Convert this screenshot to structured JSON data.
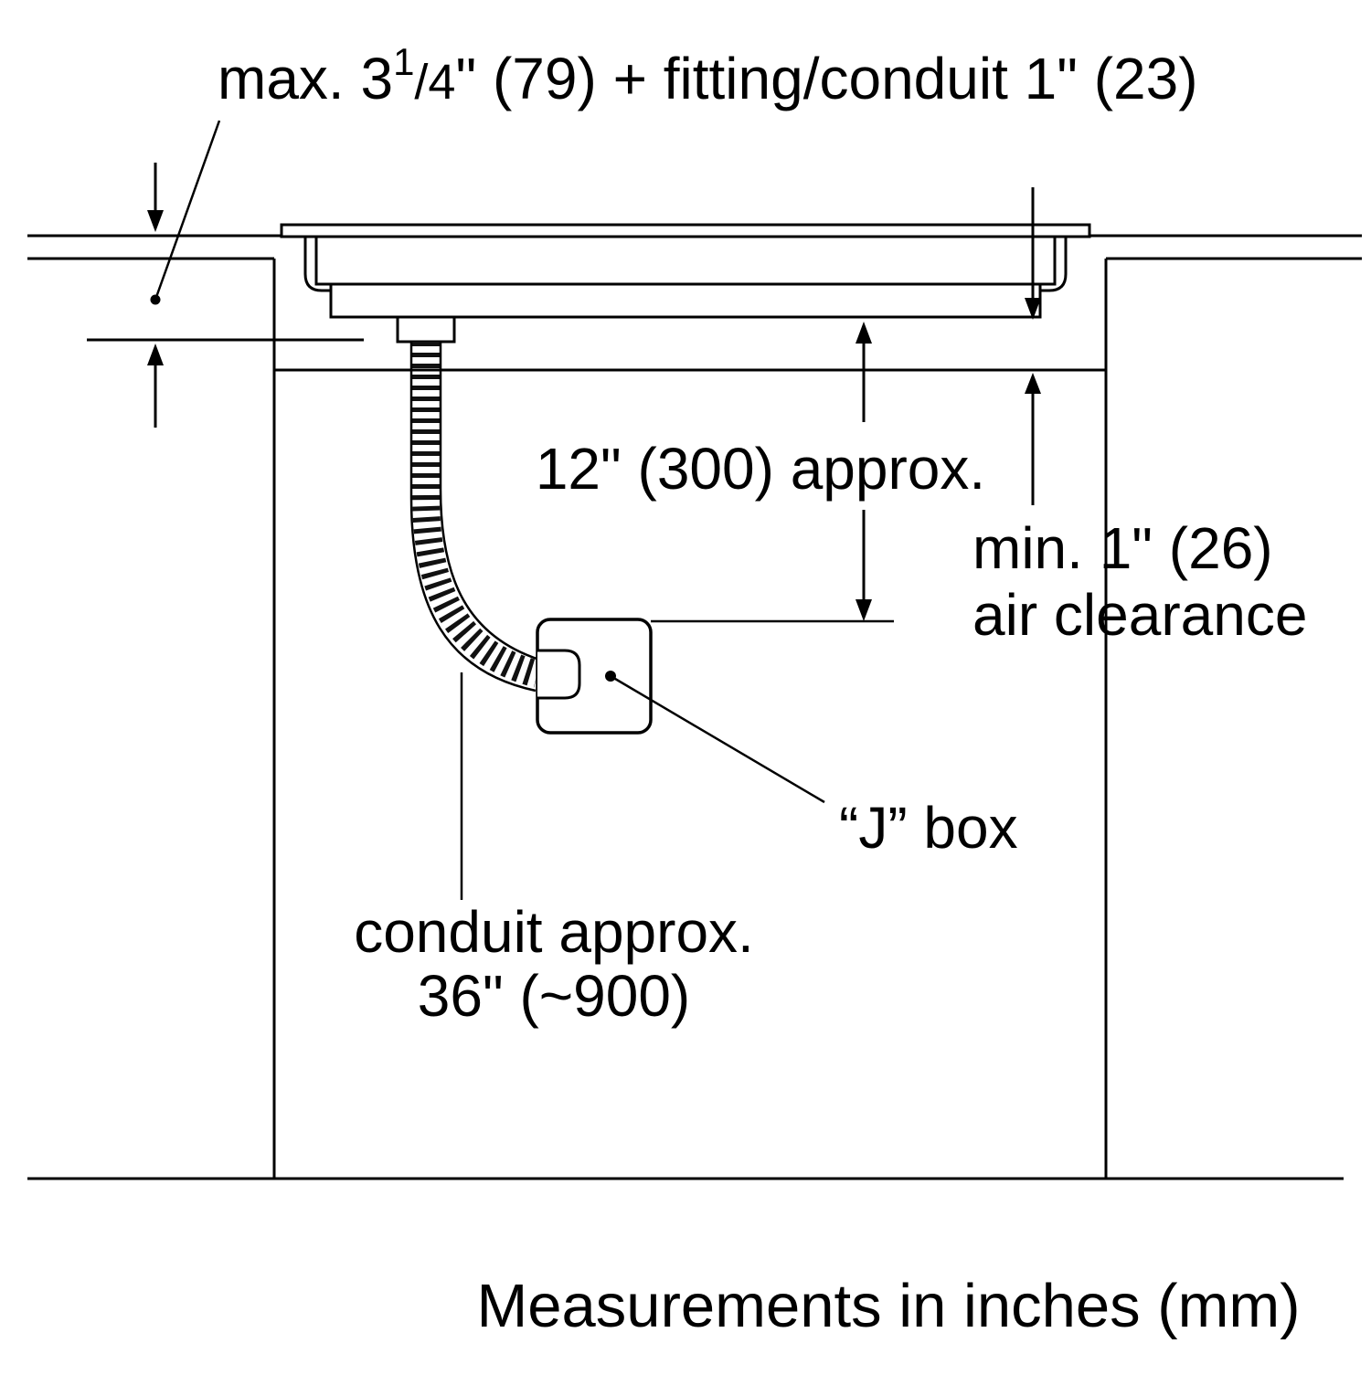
{
  "diagram": {
    "top_dimension": {
      "prefix": "max. 3",
      "sup": "1",
      "frac": "/4",
      "suffix": "\" (79) + fitting/conduit 1\" (23)"
    },
    "depth_label": "12\" (300) approx.",
    "air_clearance": {
      "line1": "min. 1\" (26)",
      "line2": "air clearance"
    },
    "jbox_label": "“J” box",
    "conduit_label": {
      "line1": "conduit approx.",
      "line2": "36\" (~900)"
    },
    "footer": "Measurements in inches (mm)",
    "colors": {
      "line": "#000000",
      "background": "#ffffff"
    }
  }
}
